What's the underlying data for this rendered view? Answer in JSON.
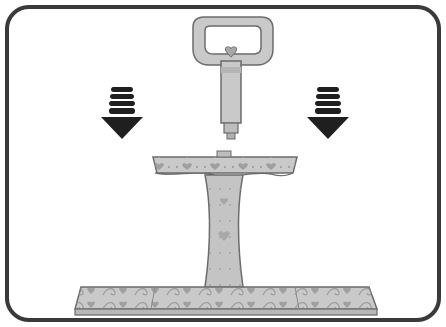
{
  "figure": {
    "kind": "assembly-instruction-illustration",
    "parts": [
      "handle",
      "stem",
      "top-tier-tray",
      "center-column",
      "base-tray"
    ],
    "arrows": [
      "down-arrow-icon",
      "down-arrow-icon"
    ],
    "colors": {
      "frame": "#3a3a3a",
      "part_fill": "#c9c9c9",
      "part_shade": "#a8a8a8",
      "part_outline": "#6b6b6b",
      "arrow_dark": "#1f1f1f"
    }
  }
}
